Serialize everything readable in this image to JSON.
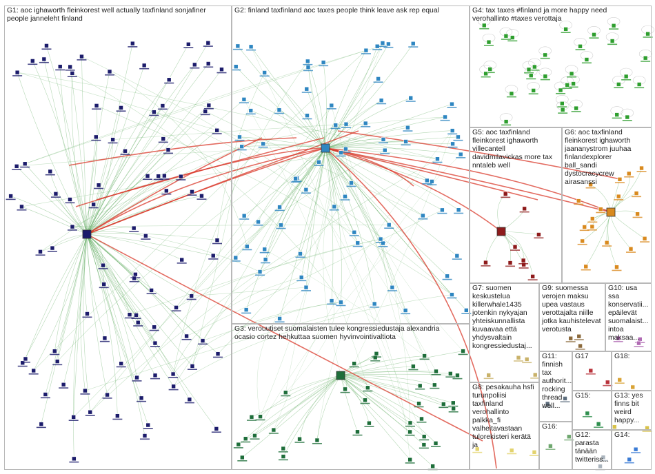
{
  "groups": [
    {
      "id": "G1",
      "label": "G1: aoc ighaworth fleinkorest well actually taxfinland sonjafiner\npeople janneleht finland"
    },
    {
      "id": "G2",
      "label": "G2: finland taxfinland aoc taxes people think leave ask rep equal"
    },
    {
      "id": "G3",
      "label": "G3: verouutiset suomalaisten tulee kongressiedustaja alexandria\nocasio cortez hehkuttaa suomen hyvinvointivaltiota"
    },
    {
      "id": "G4",
      "label": "G4: tax taxes #finland ja more happy need\nverohallinto #taxes verottaja"
    },
    {
      "id": "G5",
      "label": "G5: aoc taxfinland\nfleinkorest ighaworth\nvillecantell\ndavidmilavickas more tax\nnntaleb well"
    },
    {
      "id": "G6",
      "label": "G6: aoc taxfinland\nfleinkorest ighaworth\njaananystrom juuhaa\nfinlandexplorer\nball_sandi\ndystocracycrew\nairasanssi"
    },
    {
      "id": "G7",
      "label": "G7: suomen\nkeskustelua\nkillerwhale1435\njotenkin nykyajan\nyhteiskunnallista\nkuvaavaa että\nyhdysvaltain\nkongressiedustaj..."
    },
    {
      "id": "G8",
      "label": "G8: pesakauha hsfi\nturunpoliisi\ntaxfinland\nverohallinto\npalkka_fi\nvalheitavastaan\ntulorekisteri kerätä\nja"
    },
    {
      "id": "G9",
      "label": "G9: suomessa\nverojen maksu\nupea vastaus\nverottajalta niille\njotka kauhistelevat\nverotusta"
    },
    {
      "id": "G10",
      "label": "G10: usa\nssa\nkonservatii...\nepäilevät\nsuomalaist...\nintoa\nmaksaa..."
    },
    {
      "id": "G11",
      "label": "G11:\nfinnish\ntax\nauthorit...\nrocking\nthread\nwell..."
    },
    {
      "id": "G12",
      "label": "G12:\nparasta\ntänään\ntwitteriss..."
    },
    {
      "id": "G13",
      "label": "G13: yes\nfinns bit\nweird\nhappy..."
    },
    {
      "id": "G14",
      "label": "G14:"
    },
    {
      "id": "G15",
      "label": "G15:"
    },
    {
      "id": "G16",
      "label": "G16:"
    },
    {
      "id": "G17",
      "label": "G17"
    },
    {
      "id": "G18",
      "label": "G18:"
    }
  ],
  "colors": {
    "G1": "#1c1c6b",
    "G2": "#2e86c1",
    "G3": "#1e6e3a",
    "G4": "#2e9e2e",
    "G5": "#8e1b1b",
    "G6": "#d98a1f",
    "G7": "#c9b26a",
    "G8": "#e3d36e",
    "G9": "#8c6a3c",
    "G10": "#b06ab3",
    "G11": "#5e6e7e",
    "G12": "#aab4bd",
    "G13": "#d8c24a",
    "G14": "#3a7bd5",
    "G15": "#2f8f4e",
    "G16": "#6fa86f",
    "G17": "#b8323a",
    "G18": "#d9a336",
    "edge_green": "#5aa95a",
    "edge_red": "#d93a2b",
    "border": "#b8b8b8"
  }
}
